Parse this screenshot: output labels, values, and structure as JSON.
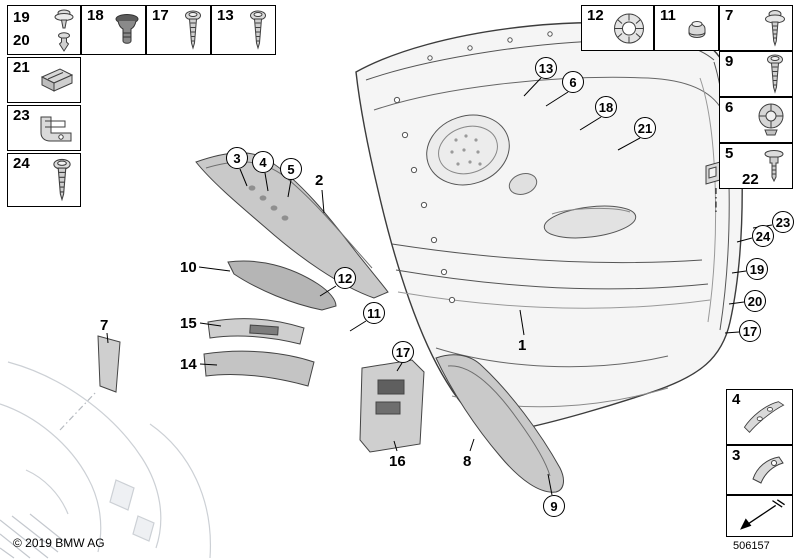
{
  "page": {
    "copyright": "© 2019 BMW AG",
    "doc_number": "506157"
  },
  "colors": {
    "line": "#000000",
    "art_stroke": "#3c3c3c",
    "art_fill_light": "#f5f5f5",
    "art_fill_mid": "#d6d6d6",
    "art_fill_dark": "#8a8a8a",
    "faint_structure": "#9aa2ac"
  },
  "legend": [
    {
      "label": "19",
      "icon": "rivet-washer-icon"
    },
    {
      "label": "20",
      "icon": "pin-clip-icon"
    },
    {
      "label": "18",
      "icon": "rubber-plug-icon"
    },
    {
      "label": "17",
      "icon": "screw-icon"
    },
    {
      "label": "13",
      "icon": "screw-icon"
    },
    {
      "label": "21",
      "icon": "metal-clip-icon"
    },
    {
      "label": "23",
      "icon": "clamp-bracket-icon"
    },
    {
      "label": "24",
      "icon": "screw-icon"
    },
    {
      "label": "12",
      "icon": "star-washer-icon"
    },
    {
      "label": "11",
      "icon": "cap-nut-icon"
    },
    {
      "label": "7",
      "icon": "screw-washer-icon"
    },
    {
      "label": "9",
      "icon": "screw-icon"
    },
    {
      "label": "6",
      "icon": "grommet-icon"
    },
    {
      "label": "5",
      "icon": "expansion-rivet-icon"
    },
    {
      "label": "4",
      "icon": "trim-strip-icon"
    },
    {
      "label": "3",
      "icon": "handle-bracket-icon"
    }
  ],
  "callouts_circled": [
    {
      "label": "13"
    },
    {
      "label": "6"
    },
    {
      "label": "18"
    },
    {
      "label": "21"
    },
    {
      "label": "3"
    },
    {
      "label": "4"
    },
    {
      "label": "5"
    },
    {
      "label": "12"
    },
    {
      "label": "11"
    },
    {
      "label": "17"
    },
    {
      "label": "9"
    },
    {
      "label": "23"
    },
    {
      "label": "24"
    },
    {
      "label": "19"
    },
    {
      "label": "20"
    },
    {
      "label": "17"
    }
  ],
  "callouts_plain": [
    {
      "label": "2"
    },
    {
      "label": "10"
    },
    {
      "label": "15"
    },
    {
      "label": "14"
    },
    {
      "label": "7"
    },
    {
      "label": "16"
    },
    {
      "label": "8"
    },
    {
      "label": "1"
    },
    {
      "label": "22"
    }
  ]
}
